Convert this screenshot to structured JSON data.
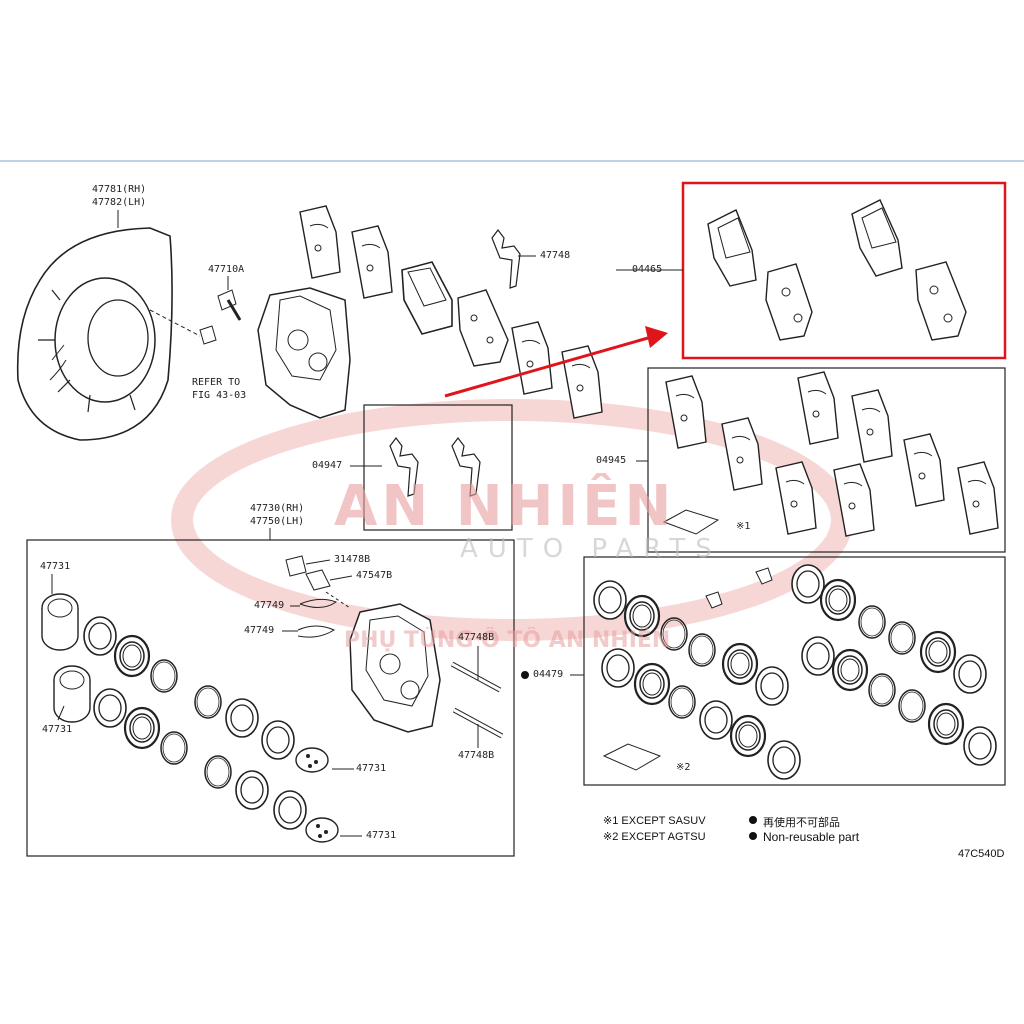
{
  "colors": {
    "highlight": "#e0141b",
    "watermark": "#e88a8a",
    "line": "#222222"
  },
  "watermark": {
    "brand": "AN NHIÊN",
    "sub": "AUTO PARTS",
    "tagline": "PHỤ TÙNG Ô TÔ AN NHIÊN"
  },
  "parts": {
    "shield_rh": "47781(RH)",
    "shield_lh": "47782(LH)",
    "bolt": "47710A",
    "refer1": "REFER TO",
    "refer2": "FIG 43-03",
    "spring": "47748",
    "pad_kit": "04465",
    "clip_kit": "04947",
    "shim_kit": "04945",
    "mark1": "※1",
    "mark2": "※2",
    "caliper_rh": "47730(RH)",
    "caliper_lh": "47750(LH)",
    "piston": "47731",
    "cap": "31478B",
    "bleeder": "47547B",
    "pin_clip": "47749",
    "pin": "47748B",
    "seal_kit": "04479",
    "diagram_code": "47C540D"
  },
  "legend": {
    "note1": "※1 EXCEPT SASUV",
    "note2": "※2 EXCEPT AGTSU",
    "nonreuse_jp": "再使用不可部品",
    "nonreuse_en": "Non-reusable part"
  }
}
